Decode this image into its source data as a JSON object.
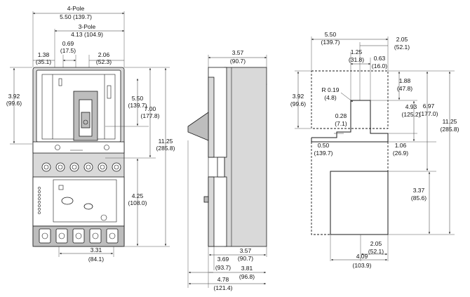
{
  "front_view": {
    "four_pole_label": "4-Pole",
    "four_pole_dim": "5.50 (139.7)",
    "three_pole_label": "3-Pole",
    "three_pole_dim": "4.13 (104.9)",
    "d_138": "1.38",
    "d_138_mm": "(35.1)",
    "d_069": "0.69",
    "d_069_mm": "(17.5)",
    "d_206": "2.06",
    "d_206_mm": "(52.3)",
    "d_392": "3.92",
    "d_392_mm": "(99.6)",
    "d_550": "5.50",
    "d_550_mm": "(139.7)",
    "d_700": "7.00",
    "d_700_mm": "(177.8)",
    "d_1125": "11.25",
    "d_1125_mm": "(285.8)",
    "d_425": "4.25",
    "d_425_mm": "(108.0)",
    "d_331": "3.31",
    "d_331_mm": "(84.1)"
  },
  "side_view": {
    "d_357_top": "3.57",
    "d_357_top_mm": "(90.7)",
    "d_357_bot": "3.57",
    "d_357_bot_mm": "(90.7)",
    "d_369": "3.69",
    "d_369_mm": "(93.7)",
    "d_381": "3.81",
    "d_381_mm": "(96.8)",
    "d_478": "4.78",
    "d_478_mm": "(121.4)"
  },
  "cutout_view": {
    "d_550": "5.50",
    "d_550_mm": "(139.7)",
    "d_205_top": "2.05",
    "d_205_top_mm": "(52.1)",
    "d_125": "1.25",
    "d_125_mm": "(31.8)",
    "d_063": "0.63",
    "d_063_mm": "(16.0)",
    "d_392": "3.92",
    "d_392_mm": "(99.6)",
    "radius": "R 0.19",
    "radius_mm": "(4.8)",
    "d_188": "1.88",
    "d_188_mm": "(47.8)",
    "d_697": "6.97",
    "d_697_mm": "(177.0)",
    "d_1125": "11.25",
    "d_1125_mm": "(285.8)",
    "d_493": "4.93",
    "d_493_mm": "(125.2)",
    "d_028": "0.28",
    "d_028_mm": "(7.1)",
    "d_050": "0.50",
    "d_050_mm": "(139.7)",
    "d_106": "1.06",
    "d_106_mm": "(26.9)",
    "d_337": "3.37",
    "d_337_mm": "(85.6)",
    "d_205_bot": "2.05",
    "d_205_bot_mm": "(52.1)",
    "d_409": "4.09",
    "d_409_mm": "(103.9)"
  }
}
